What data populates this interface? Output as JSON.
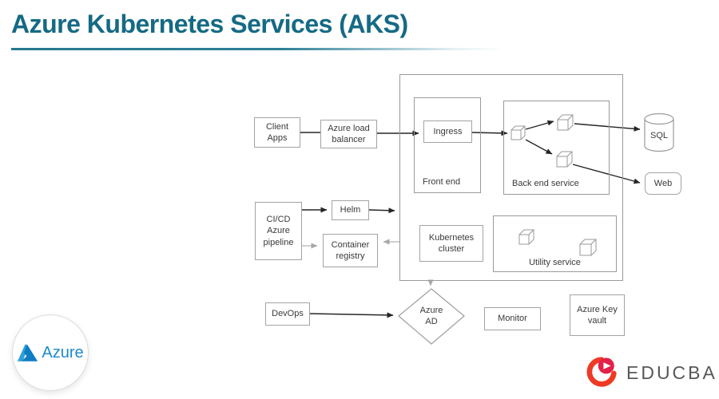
{
  "header": {
    "title": "Azure Kubernetes Services (AKS)"
  },
  "diagram": {
    "nodes": {
      "client_apps": "Client Apps",
      "load_balancer": "Azure load balancer",
      "ingress": "Ingress",
      "front_end": "Front end",
      "back_end": "Back end service",
      "sql": "SQL",
      "web": "Web",
      "cicd": "CI/CD Azure pipeline",
      "helm": "Helm",
      "container_registry": "Container registry",
      "kubernetes_cluster": "Kubernetes cluster",
      "utility_service": "Utility service",
      "devops": "DevOps",
      "azure_ad": "Azure AD",
      "monitor": "Monitor",
      "key_vault": "Azure Key vault"
    },
    "colors": {
      "accent_teal": "#156a84",
      "box_border": "#a3a3a3",
      "arrow_black": "#262626",
      "arrow_gray": "#b3b3b3"
    }
  },
  "footer": {
    "azure_logo_text": "Azure",
    "educba_logo_text": "EDUCBA",
    "azure_blue": "#1d8ace",
    "educba_red": "#ee3b24"
  }
}
